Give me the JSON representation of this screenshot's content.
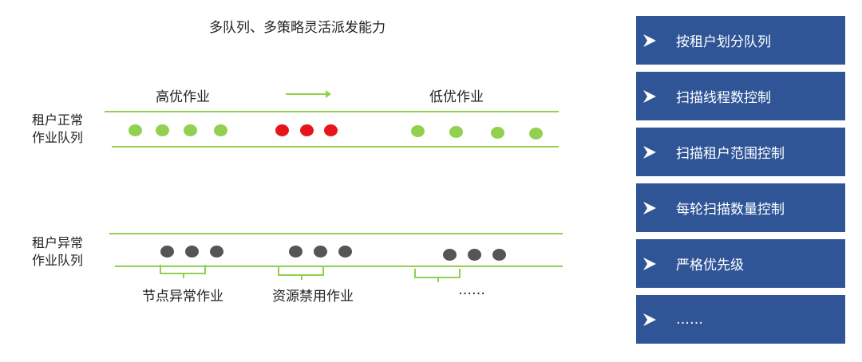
{
  "title": "多队列、多策略灵活派发能力",
  "priority": {
    "high": "高优作业",
    "low": "低优作业"
  },
  "lanes": {
    "normal": "租户正常作业队列",
    "normal_l1": "租户正常",
    "normal_l2": "作业队列",
    "abnormal": "租户异常作业队列",
    "abnormal_l1": "租户异常",
    "abnormal_l2": "作业队列"
  },
  "groups": [
    "节点异常作业",
    "资源禁用作业",
    "……"
  ],
  "colors": {
    "box": "#2f5597",
    "lane_line": "#92d050",
    "normal_job": "#92d050",
    "high_job": "#e8141b",
    "abnormal_job": "#555555"
  },
  "features": [
    "按租户划分队列",
    "扫描线程数控制",
    "扫描租户范围控制",
    "每轮扫描数量控制",
    "严格优先级",
    "……"
  ]
}
